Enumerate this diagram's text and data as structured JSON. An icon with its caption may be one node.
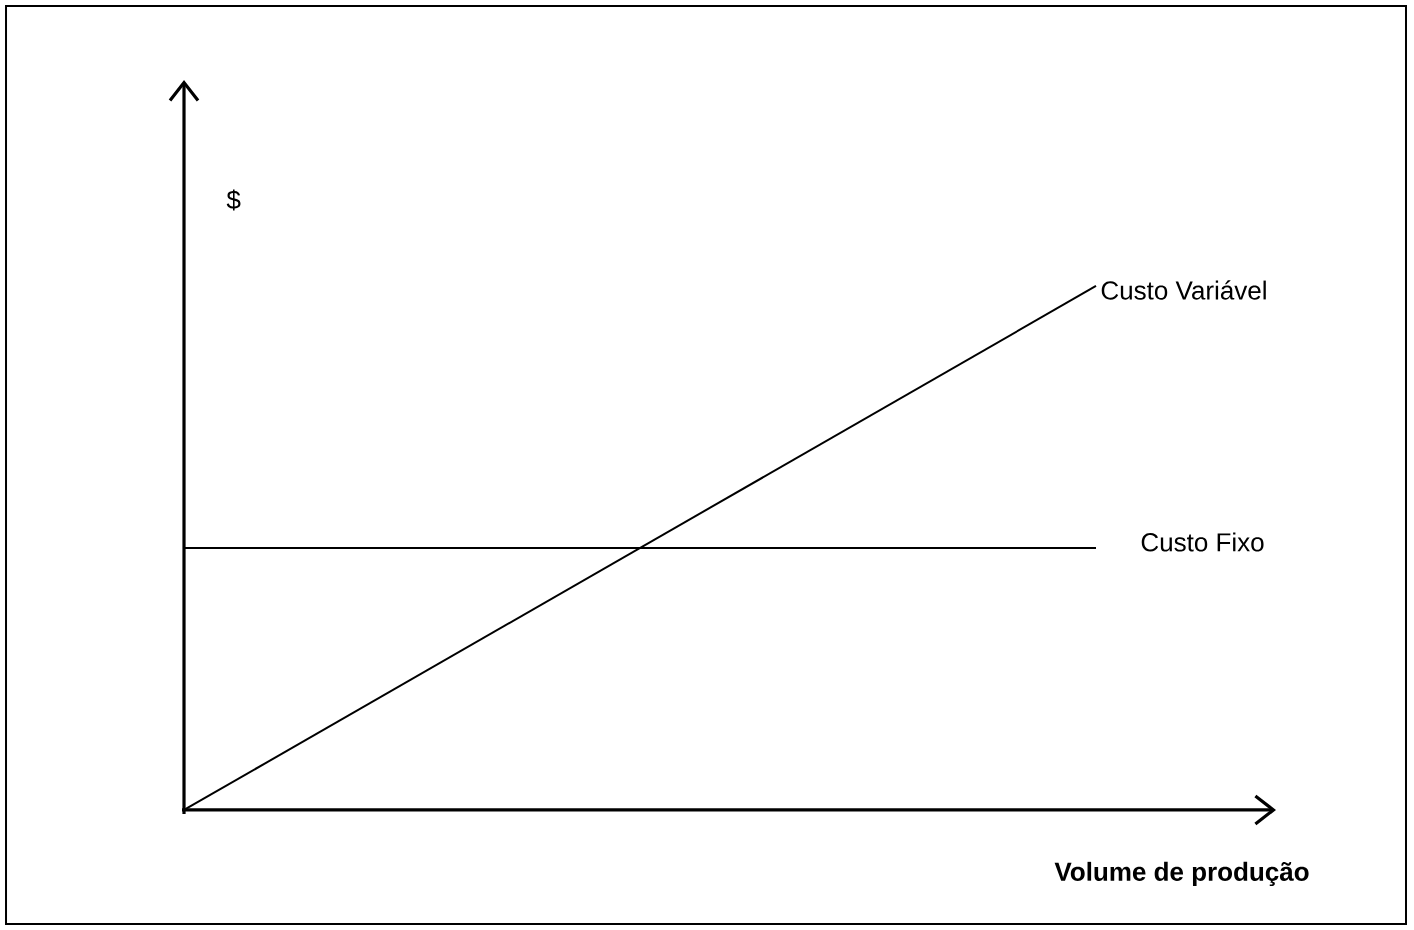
{
  "diagram": {
    "labels": [
      "$",
      "Custo Variável",
      "Custo Fixo",
      "Volume de produção"
    ]
  }
}
